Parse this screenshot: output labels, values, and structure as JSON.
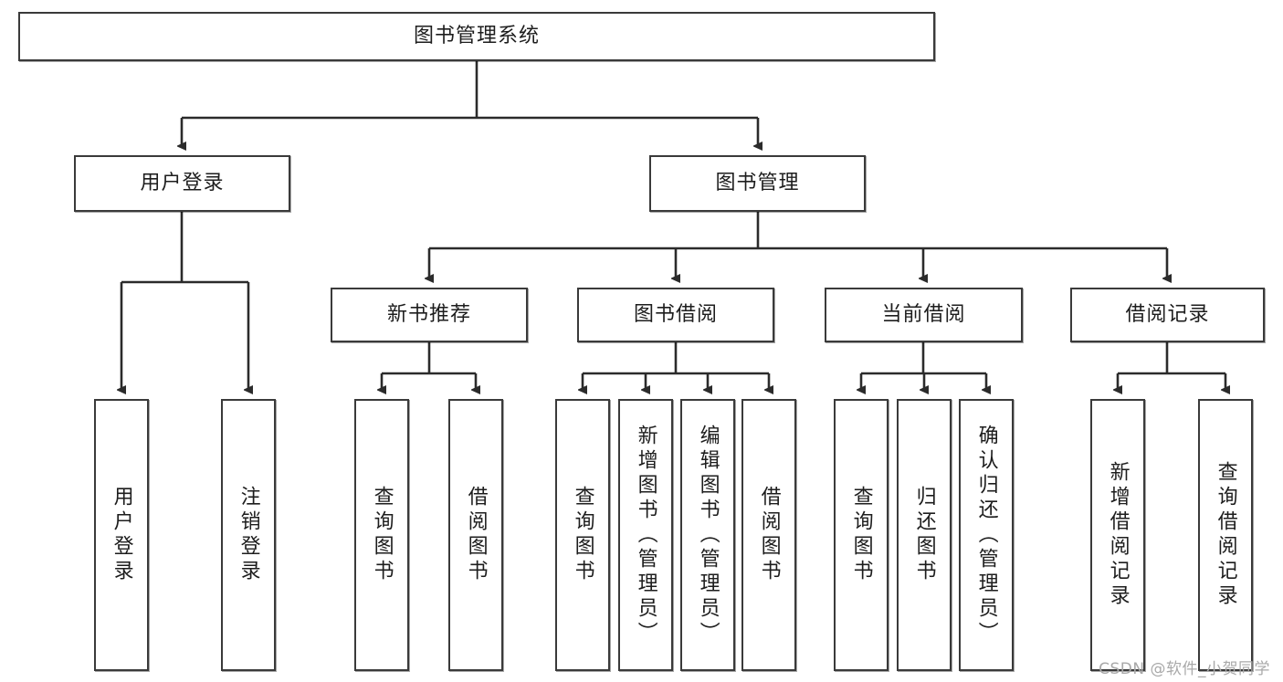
{
  "diagram": {
    "title_node": {
      "label": "图书管理系统"
    },
    "level2": [
      {
        "id": "user-login",
        "label": "用户登录"
      },
      {
        "id": "book-management",
        "label": "图书管理"
      }
    ],
    "level3": [
      {
        "id": "new-book-recommend",
        "label": "新书推荐"
      },
      {
        "id": "book-borrow",
        "label": "图书借阅"
      },
      {
        "id": "current-borrow",
        "label": "当前借阅"
      },
      {
        "id": "borrow-record",
        "label": "借阅记录"
      }
    ],
    "leaves": [
      {
        "id": "leaf-user-login",
        "label": "用户登录",
        "parent": "user-login"
      },
      {
        "id": "leaf-logout-login",
        "label": "注销登录",
        "parent": "user-login"
      },
      {
        "id": "leaf-query-book-1",
        "label": "查询图书",
        "parent": "new-book-recommend"
      },
      {
        "id": "leaf-borrow-book-1",
        "label": "借阅图书",
        "parent": "new-book-recommend"
      },
      {
        "id": "leaf-query-book-2",
        "label": "查询图书",
        "parent": "book-borrow"
      },
      {
        "id": "leaf-add-book",
        "label": "新增图书（管理员）",
        "parent": "book-borrow"
      },
      {
        "id": "leaf-edit-book",
        "label": "编辑图书（管理员）",
        "parent": "book-borrow"
      },
      {
        "id": "leaf-borrow-book-2",
        "label": "借阅图书",
        "parent": "book-borrow"
      },
      {
        "id": "leaf-query-book-3",
        "label": "查询图书",
        "parent": "current-borrow"
      },
      {
        "id": "leaf-return-book",
        "label": "归还图书",
        "parent": "current-borrow"
      },
      {
        "id": "leaf-confirm-return",
        "label": "确认归还（管理员）",
        "parent": "current-borrow"
      },
      {
        "id": "leaf-add-record",
        "label": "新增借阅记录",
        "parent": "borrow-record"
      },
      {
        "id": "leaf-query-record",
        "label": "查询借阅记录",
        "parent": "borrow-record"
      }
    ]
  },
  "watermark": {
    "text": "CSDN @软件_小贺同学"
  },
  "colors": {
    "border": "#3a3a3a",
    "text": "#1d1d1d",
    "background": "#ffffff",
    "watermark": "#a9a9a9"
  }
}
